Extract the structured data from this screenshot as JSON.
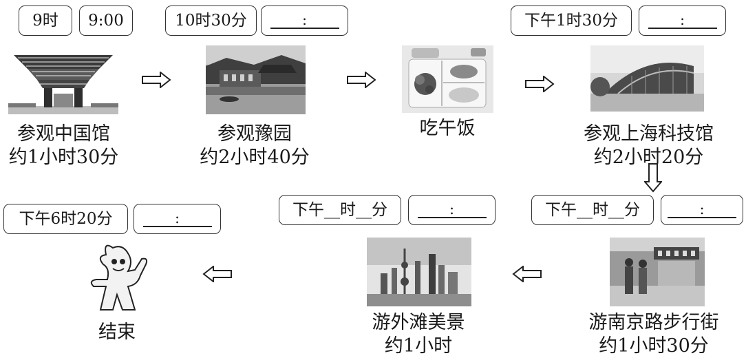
{
  "schedule": {
    "step1": {
      "time_label": "9时",
      "time_value": "9:00",
      "place": "参观中国馆",
      "duration": "约1小时30分",
      "image_icon": "china-pavilion-icon"
    },
    "step2": {
      "time_label": "10时30分",
      "time_value": ":",
      "place": "参观豫园",
      "duration": "约2小时40分",
      "image_icon": "yu-garden-icon"
    },
    "step3": {
      "place": "吃午饭",
      "image_icon": "lunch-box-icon"
    },
    "step4": {
      "time_label": "下午1时30分",
      "time_value": ":",
      "place": "参观上海科技馆",
      "duration": "约2小时20分",
      "image_icon": "science-museum-icon"
    },
    "step5": {
      "time_label": "下午__时__分",
      "time_value": ":",
      "place": "游南京路步行街",
      "duration": "约1小时30分",
      "image_icon": "nanjing-road-icon"
    },
    "step6": {
      "time_label": "下午__时__分",
      "time_value": ":",
      "place": "游外滩美景",
      "duration": "约1小时",
      "image_icon": "bund-skyline-icon"
    },
    "step7": {
      "time_label": "下午6时20分",
      "time_value": ":",
      "place": "结束",
      "image_icon": "haibao-mascot-icon"
    }
  },
  "arrows": [
    "right-arrow-icon",
    "down-arrow-icon",
    "left-arrow-icon"
  ]
}
